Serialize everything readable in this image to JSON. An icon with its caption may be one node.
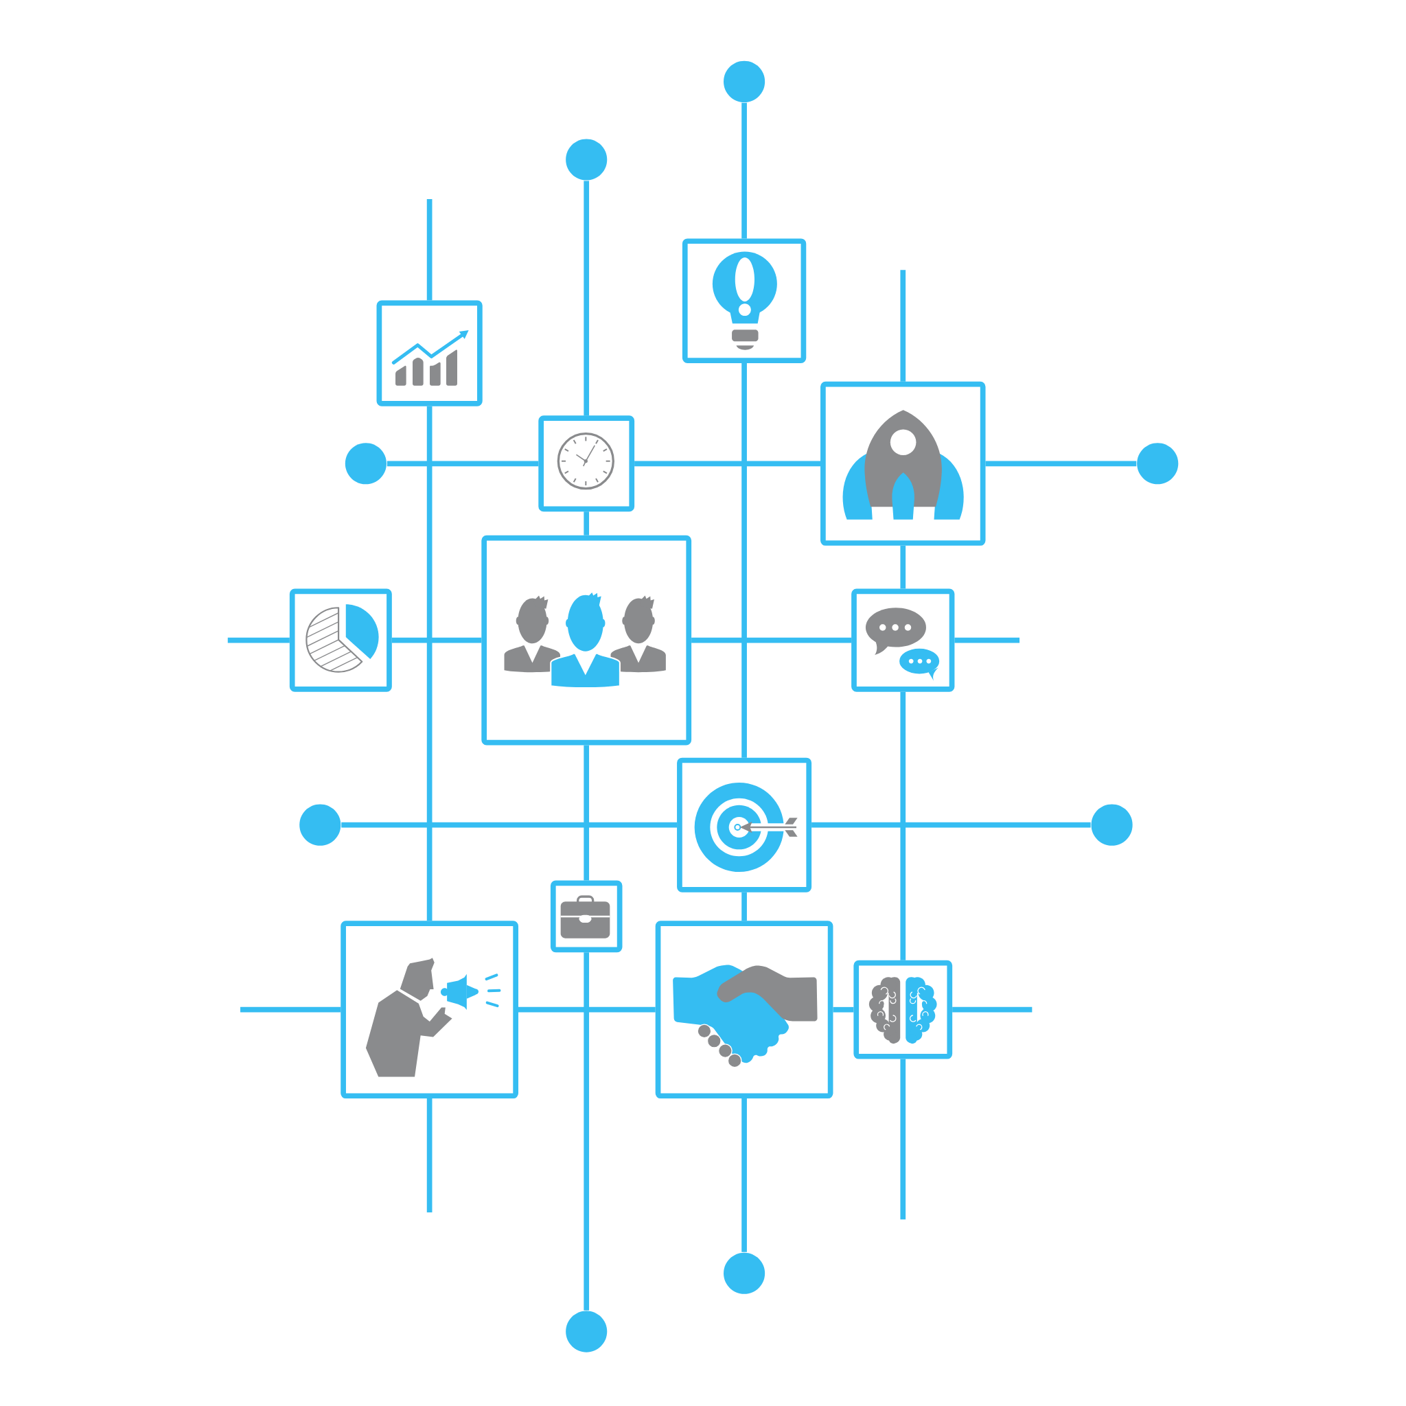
{
  "diagram": {
    "nodes": [
      {
        "text": [],
        "shape": "circle"
      },
      {
        "text": [],
        "shape": "circle"
      },
      {
        "text": [],
        "shape": "picture"
      },
      {
        "text": [],
        "shape": "picture"
      },
      {
        "text": [],
        "shape": "circle"
      },
      {
        "text": [],
        "shape": "picture"
      },
      {
        "text": [],
        "shape": "picture"
      },
      {
        "text": [],
        "shape": "circle"
      },
      {
        "text": [],
        "shape": "picture"
      },
      {
        "text": [],
        "shape": "picture"
      },
      {
        "text": [],
        "shape": "picture"
      },
      {
        "text": [],
        "shape": "circle"
      },
      {
        "text": [],
        "shape": "picture"
      },
      {
        "text": [],
        "shape": "circle"
      },
      {
        "text": [],
        "shape": "picture"
      },
      {
        "text": [],
        "shape": "picture"
      },
      {
        "text": [],
        "shape": "picture"
      },
      {
        "text": [],
        "shape": "picture"
      },
      {
        "text": [],
        "shape": "circle"
      },
      {
        "text": [],
        "shape": "circle"
      }
    ],
    "edges": [
      {
        "from": 0,
        "to": 3,
        "arrow": "none"
      },
      {
        "from": 1,
        "to": 5,
        "arrow": "none"
      },
      {
        "from": null,
        "to": 2,
        "arrow": "none"
      },
      {
        "from": null,
        "to": 6,
        "arrow": "none"
      },
      {
        "from": 4,
        "to": 5,
        "arrow": "none"
      },
      {
        "from": 5,
        "to": 6,
        "arrow": "none"
      },
      {
        "from": 6,
        "to": 7,
        "arrow": "none"
      },
      {
        "from": 2,
        "to": 15,
        "arrow": "none"
      },
      {
        "from": 3,
        "to": 12,
        "arrow": "none"
      },
      {
        "from": 5,
        "to": 9,
        "arrow": "none"
      },
      {
        "from": 6,
        "to": 10,
        "arrow": "none"
      },
      {
        "from": null,
        "to": 8,
        "arrow": "none"
      },
      {
        "from": 8,
        "to": 9,
        "arrow": "none"
      },
      {
        "from": 9,
        "to": 10,
        "arrow": "none"
      },
      {
        "from": 10,
        "to": null,
        "arrow": "none"
      },
      {
        "from": 9,
        "to": 14,
        "arrow": "none"
      },
      {
        "from": 10,
        "to": 17,
        "arrow": "none"
      },
      {
        "from": 11,
        "to": 12,
        "arrow": "none"
      },
      {
        "from": 12,
        "to": 13,
        "arrow": "none"
      },
      {
        "from": 12,
        "to": 16,
        "arrow": "none"
      },
      {
        "from": null,
        "to": 15,
        "arrow": "none"
      },
      {
        "from": 15,
        "to": 16,
        "arrow": "none"
      },
      {
        "from": 16,
        "to": 17,
        "arrow": "none"
      },
      {
        "from": 17,
        "to": null,
        "arrow": "none"
      },
      {
        "from": 15,
        "to": null,
        "arrow": "none"
      },
      {
        "from": 14,
        "to": 19,
        "arrow": "none"
      },
      {
        "from": 16,
        "to": 18,
        "arrow": "none"
      },
      {
        "from": 17,
        "to": null,
        "arrow": "none"
      }
    ]
  }
}
